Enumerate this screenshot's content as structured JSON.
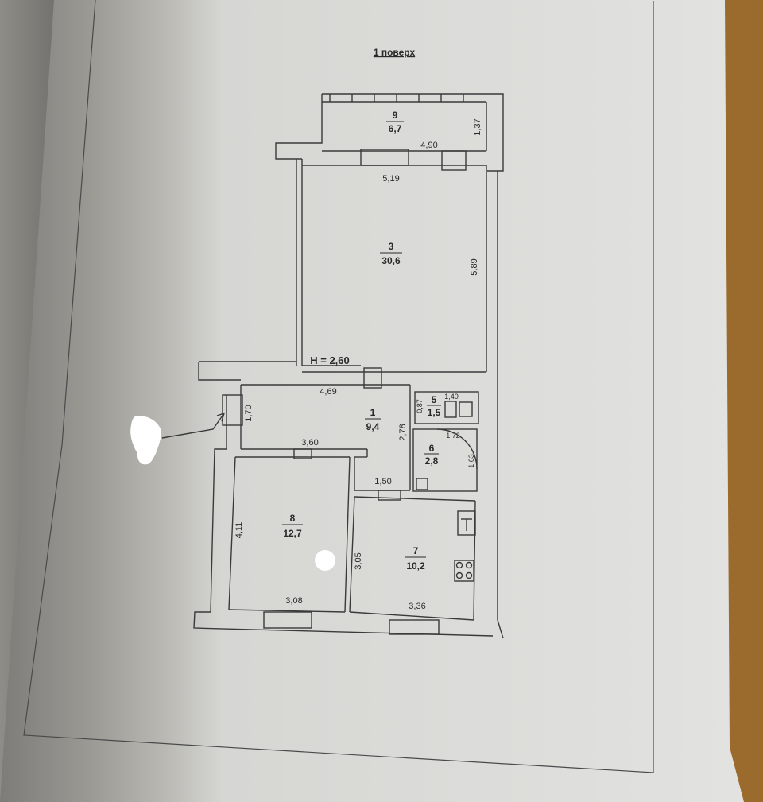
{
  "floor_title": "1 поверх",
  "ceiling_height": "H = 2,60",
  "rooms": [
    {
      "id": "9",
      "number": "9",
      "area": "6,7"
    },
    {
      "id": "3",
      "number": "3",
      "area": "30,6"
    },
    {
      "id": "1",
      "number": "1",
      "area": "9,4"
    },
    {
      "id": "5",
      "number": "5",
      "area": "1,5"
    },
    {
      "id": "6",
      "number": "6",
      "area": "2,8"
    },
    {
      "id": "8",
      "number": "8",
      "area": "12,7"
    },
    {
      "id": "7",
      "number": "7",
      "area": "10,2"
    }
  ],
  "dimensions": {
    "d_1_37": "1,37",
    "d_4_90": "4,90",
    "d_5_19": "5,19",
    "d_5_89": "5,89",
    "d_4_69": "4,69",
    "d_1_70": "1,70",
    "d_2_78": "2,78",
    "d_0_87": "0,87",
    "d_1_40": "1,40",
    "d_1_72": "1,72",
    "d_1_63": "1,63",
    "d_3_60": "3,60",
    "d_1_50": "1,50",
    "d_4_11": "4,11",
    "d_3_05": "3,05",
    "d_3_08": "3,08",
    "d_3_36": "3,36"
  },
  "colors": {
    "wood_background": "#8a6a3a",
    "paper": "#dddddb",
    "paper_shadow": "#a9a8a3",
    "wall": "#3a3a3a",
    "ink": "#2a2a2a"
  }
}
